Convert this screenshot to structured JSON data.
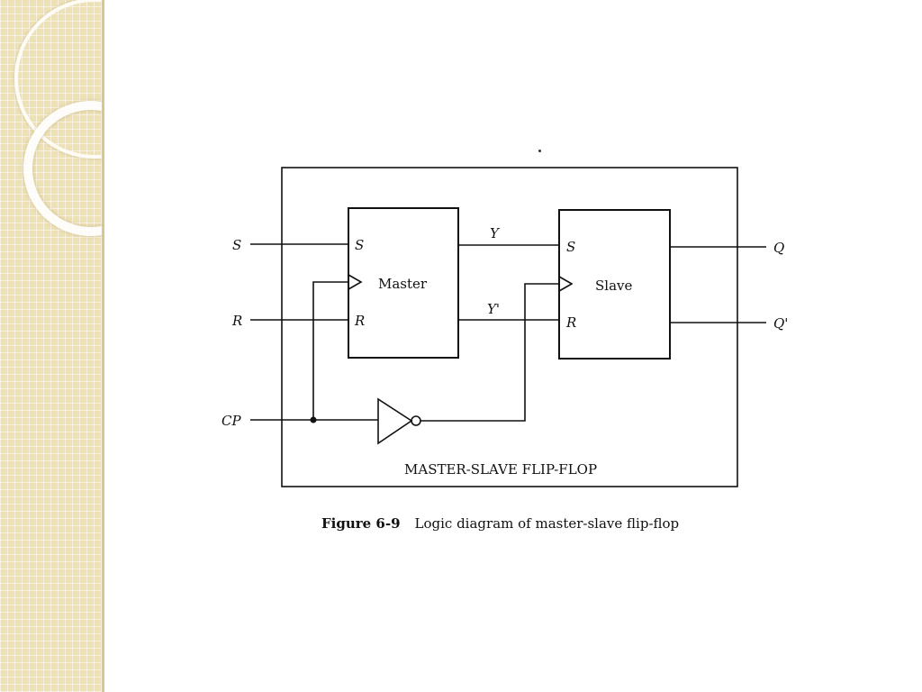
{
  "diagram": {
    "frame_title": "MASTER-SLAVE FLIP-FLOP",
    "master": {
      "label": "Master",
      "input_s": "S",
      "input_r": "R"
    },
    "slave": {
      "label": "Slave",
      "input_s": "S",
      "input_r": "R"
    },
    "external_inputs": {
      "s": "S",
      "r": "R",
      "cp": "CP"
    },
    "internal_signals": {
      "y": "Y",
      "y_prime": "Y'"
    },
    "outputs": {
      "q": "Q",
      "q_prime": "Q'"
    }
  },
  "caption": {
    "number": "Figure 6-9",
    "text": "Logic diagram of master-slave flip-flop"
  },
  "colors": {
    "line": "#111111",
    "panel": "#ede1b6"
  }
}
